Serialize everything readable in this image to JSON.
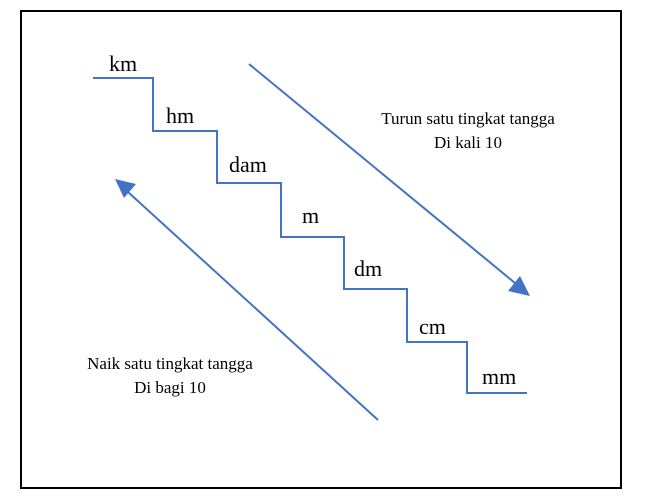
{
  "units": [
    "km",
    "hm",
    "dam",
    "m",
    "dm",
    "cm",
    "mm"
  ],
  "down_note": {
    "line1": "Turun satu tingkat tangga",
    "line2": "Di kali 10"
  },
  "up_note": {
    "line1": "Naik satu tingkat tangga",
    "line2": "Di bagi 10"
  },
  "colors": {
    "line": "#4472C4",
    "text": "#000000",
    "border": "#000000"
  },
  "icons": {
    "down_arrow": "arrow-down-right-icon",
    "up_arrow": "arrow-up-left-icon"
  }
}
